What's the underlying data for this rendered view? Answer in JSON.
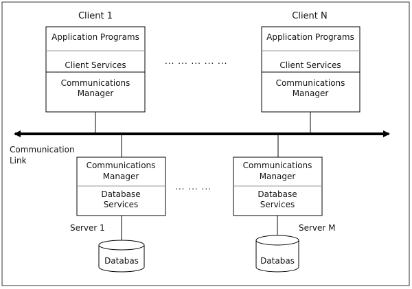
{
  "clients": [
    {
      "title": "Client 1",
      "app": "Application Programs",
      "services": "Client Services",
      "comm_line1": "Communications",
      "comm_line2": "Manager"
    },
    {
      "title": "Client N",
      "app": "Application Programs",
      "services": "Client Services",
      "comm_line1": "Communications",
      "comm_line2": "Manager"
    }
  ],
  "link": {
    "label_line1": "Communication",
    "label_line2": "Link"
  },
  "servers": [
    {
      "title": "Server 1",
      "comm_line1": "Communications",
      "comm_line2": "Manager",
      "db_line1": "Database",
      "db_line2": "Services",
      "database": "Databas"
    },
    {
      "title": "Server M",
      "comm_line1": "Communications",
      "comm_line2": "Manager",
      "db_line1": "Database",
      "db_line2": "Services",
      "database": "Databas"
    }
  ],
  "ellipsis": {
    "clients": "... ... ... ... ...",
    "servers": "... ... ..."
  }
}
